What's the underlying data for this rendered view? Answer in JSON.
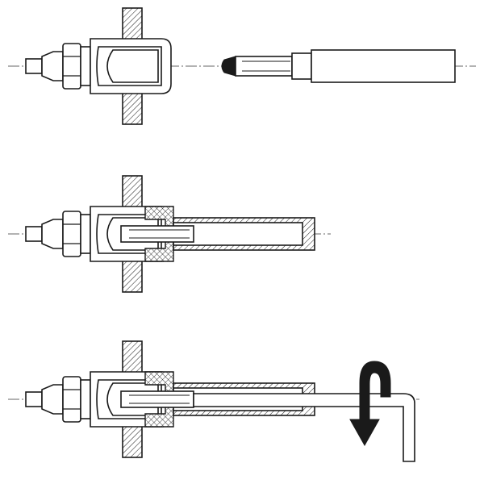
{
  "colors": {
    "line": "#1a1a1a",
    "background": "#ffffff",
    "arrow": "#1a1a1a"
  },
  "icons": {
    "rotate_arrow": "curved-down-arrow-icon"
  },
  "stages": [
    {
      "name": "separated"
    },
    {
      "name": "inserted"
    },
    {
      "name": "locked-with-hex-key"
    }
  ]
}
